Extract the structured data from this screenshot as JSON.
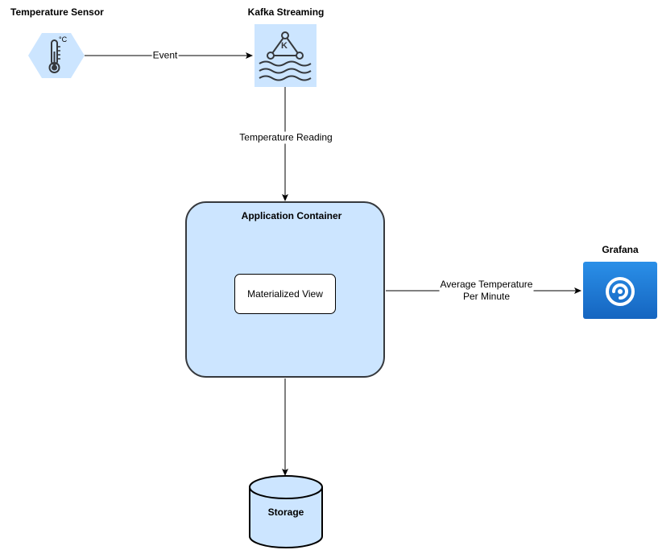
{
  "nodes": {
    "temperature_sensor": {
      "label": "Temperature Sensor",
      "unit_glyph": "°C",
      "icon": "thermometer-icon"
    },
    "kafka": {
      "label": "Kafka Streaming",
      "icon_letter": "K",
      "icon": "kafka-icon"
    },
    "application_container": {
      "label": "Application Container"
    },
    "materialized_view": {
      "label": "Materialized View"
    },
    "grafana": {
      "label": "Grafana",
      "icon": "grafana-icon"
    },
    "storage": {
      "label": "Storage"
    }
  },
  "edges": {
    "event": {
      "label": "Event"
    },
    "temperature_reading": {
      "label": "Temperature Reading"
    },
    "average_temperature": {
      "line1": "Average Temperature",
      "line2": "Per Minute"
    }
  },
  "colors": {
    "node_fill": "#cce5ff",
    "node_stroke": "#36393d",
    "grafana_gradient_top": "#1e88e5",
    "grafana_gradient_bottom": "#1565c0"
  }
}
